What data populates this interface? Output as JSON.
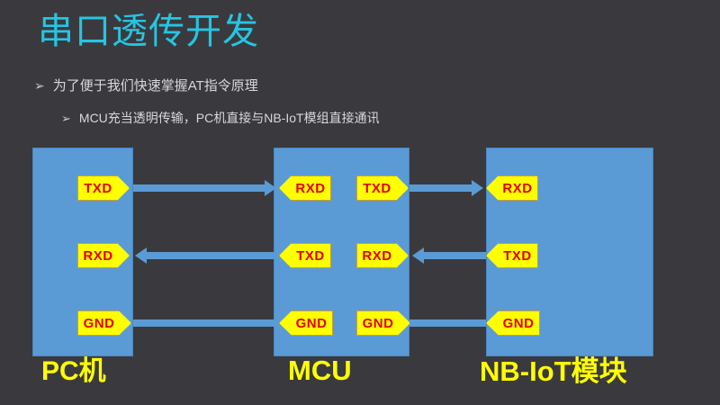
{
  "slide": {
    "title": "串口透传开发",
    "background_color": "#3a3a3e",
    "title_color": "#25c5e3"
  },
  "bullets": [
    {
      "marker": "➢",
      "text": "为了便于我们快速掌握AT指令原理"
    },
    {
      "marker": "➢",
      "text": "MCU充当透明传输，PC机直接与NB-IoT模组直接通讯"
    }
  ],
  "diagram": {
    "box_color": "#5b9bd5",
    "tag_fill": "#ffff00",
    "tag_text_color": "#e00000",
    "caption_color": "#ffff00",
    "nodes": [
      {
        "caption": "PC机",
        "pins": {
          "row1": "TXD",
          "row2": "RXD",
          "row3": "GND"
        }
      },
      {
        "caption": "MCU",
        "pins": {
          "left_row1": "RXD",
          "left_row2": "TXD",
          "left_row3": "GND",
          "right_row1": "TXD",
          "right_row2": "RXD",
          "right_row3": "GND"
        }
      },
      {
        "caption": "NB-IoT模块",
        "pins": {
          "row1": "RXD",
          "row2": "TXD",
          "row3": "GND"
        }
      }
    ],
    "connections": [
      {
        "from": "PC.TXD",
        "to": "MCU.RXD",
        "direction": "right",
        "arrow": true
      },
      {
        "from": "MCU.TXD",
        "to": "PC.RXD",
        "direction": "left",
        "arrow": true
      },
      {
        "from": "PC.GND",
        "to": "MCU.GND",
        "direction": "none",
        "arrow": false
      },
      {
        "from": "MCU.TXD2",
        "to": "NBIOT.RXD",
        "direction": "right",
        "arrow": true
      },
      {
        "from": "NBIOT.TXD",
        "to": "MCU.RXD2",
        "direction": "left",
        "arrow": true
      },
      {
        "from": "MCU.GND2",
        "to": "NBIOT.GND",
        "direction": "none",
        "arrow": false
      }
    ]
  }
}
